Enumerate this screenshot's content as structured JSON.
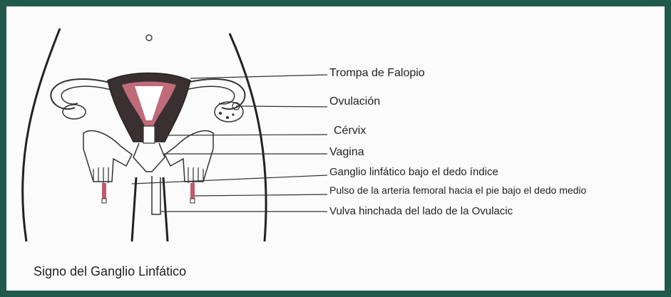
{
  "colors": {
    "frame": "#1f5a4c",
    "uterus_dark": "#3a3032",
    "uterus_pink": "#c06a7a",
    "pulse_red": "#c05a6a",
    "line": "#333333"
  },
  "labels": {
    "fallopian_tube": "Trompa de Falopio",
    "ovulation": "Ovulación",
    "cervix": "Cérvix",
    "vagina": "Vagina",
    "lymph_node": "Ganglio linfático bajo el dedo índice",
    "femoral_pulse": "Pulso de la arteria femoral hacia el pie bajo el dedo medio",
    "vulva": "Vulva hinchada del lado de la Ovulacic"
  },
  "caption": "Signo del Ganglio Linfático"
}
